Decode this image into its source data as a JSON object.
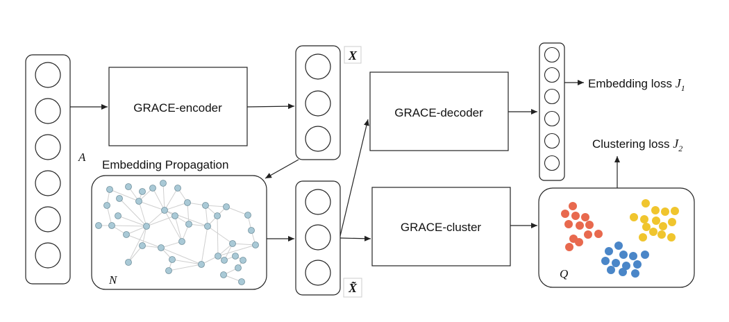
{
  "diagram": {
    "input_label": "A",
    "encoder_label": "GRACE-encoder",
    "decoder_label": "GRACE-decoder",
    "cluster_label": "GRACE-cluster",
    "propagation_label": "Embedding Propagation",
    "graph_label": "N",
    "x_label": "X",
    "xtilde_label": "X̃",
    "embedding_loss": {
      "text": "Embedding loss ",
      "symbol": "J",
      "subscript": "1"
    },
    "clustering_loss": {
      "text": "Clustering loss ",
      "symbol": "J",
      "subscript": "2"
    },
    "q_label": "Q"
  },
  "colors": {
    "stroke": "#222222",
    "node_fill": "#a9c9d6",
    "node_stroke": "#6f8f9c",
    "edge": "#cfcfcf",
    "red": "#e8694e",
    "yellow": "#f0c52e",
    "blue": "#4a86c8"
  }
}
